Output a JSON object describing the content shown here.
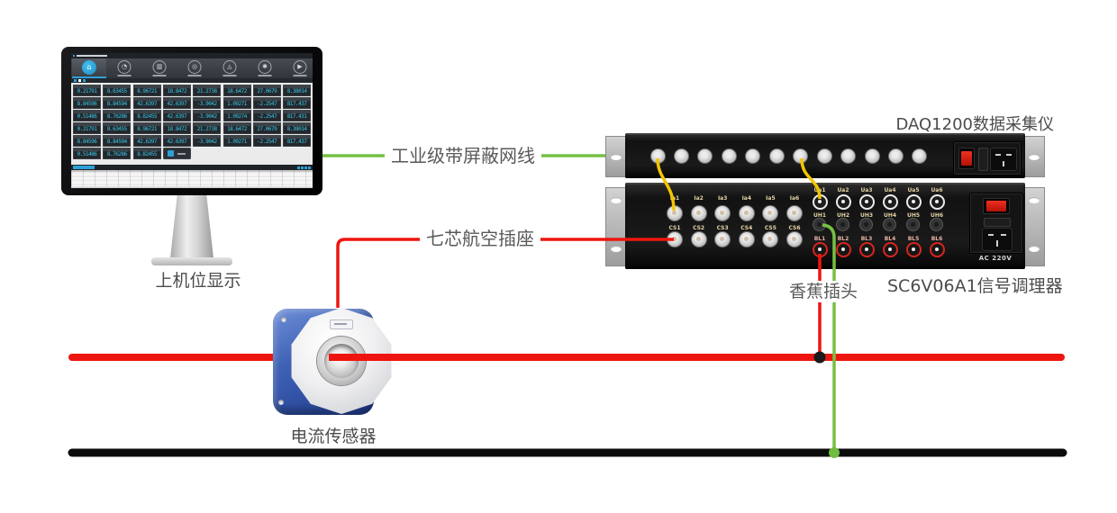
{
  "colors": {
    "red_cable": "#ee1510",
    "green_cable": "#76c043",
    "yellow_cable": "#f2c500",
    "black_cable": "#0c0c0c",
    "accent_blue": "#2e9fd8",
    "tile_value_cyan": "#37c4e2",
    "label_gray": "#59595b"
  },
  "monitor": {
    "label": "上机位显示",
    "toolbar_icons": [
      "home",
      "clock",
      "chart",
      "record",
      "signal",
      "settings",
      "play"
    ],
    "tiles": [
      "0.21791",
      "8.63455",
      "8.96721",
      "18.8472",
      "21.2738",
      "18.6472",
      "27.0679",
      "8.38014",
      "8.84596",
      "8.84594",
      "42.6397",
      "42.6397",
      "-3.9042",
      "1.09271",
      "-2.2547",
      "817.437",
      "0.51486",
      "8.76286",
      "8.82455",
      "42.6397",
      "-3.9042",
      "1.09274",
      "-2.2547",
      "817.431",
      "0.21791",
      "8.63455",
      "8.96721",
      "18.8472",
      "21.2738",
      "18.6472",
      "27.0679",
      "8.38014",
      "8.84596",
      "8.84594",
      "42.6397",
      "42.6397",
      "-3.9042",
      "1.09271",
      "-2.2547",
      "817.437",
      "0.51486",
      "8.76286",
      "8.82455"
    ]
  },
  "daq": {
    "label": "DAQ1200数据采集仪",
    "port_count": 12
  },
  "conditioner": {
    "label": "SC6V06A1信号调理器",
    "power_label": "AC 220V",
    "rows": {
      "ia": [
        "Ia1",
        "Ia2",
        "Ia3",
        "Ia4",
        "Ia5",
        "Ia6"
      ],
      "cs": [
        "CS1",
        "CS2",
        "CS3",
        "CS4",
        "CS5",
        "CS6"
      ],
      "ua": [
        "Ua1",
        "Ua2",
        "Ua3",
        "Ua4",
        "Ua5",
        "Ua6"
      ],
      "uh": [
        "UH1",
        "UH2",
        "UH3",
        "UH4",
        "UH5",
        "UH6"
      ],
      "bl": [
        "BL1",
        "BL2",
        "BL3",
        "BL4",
        "BL5",
        "BL6"
      ]
    }
  },
  "sensor": {
    "label": "电流传感器"
  },
  "cables": {
    "net_label": "工业级带屏蔽网线",
    "aviation_label": "七芯航空插座",
    "banana_label": "香蕉插头"
  }
}
